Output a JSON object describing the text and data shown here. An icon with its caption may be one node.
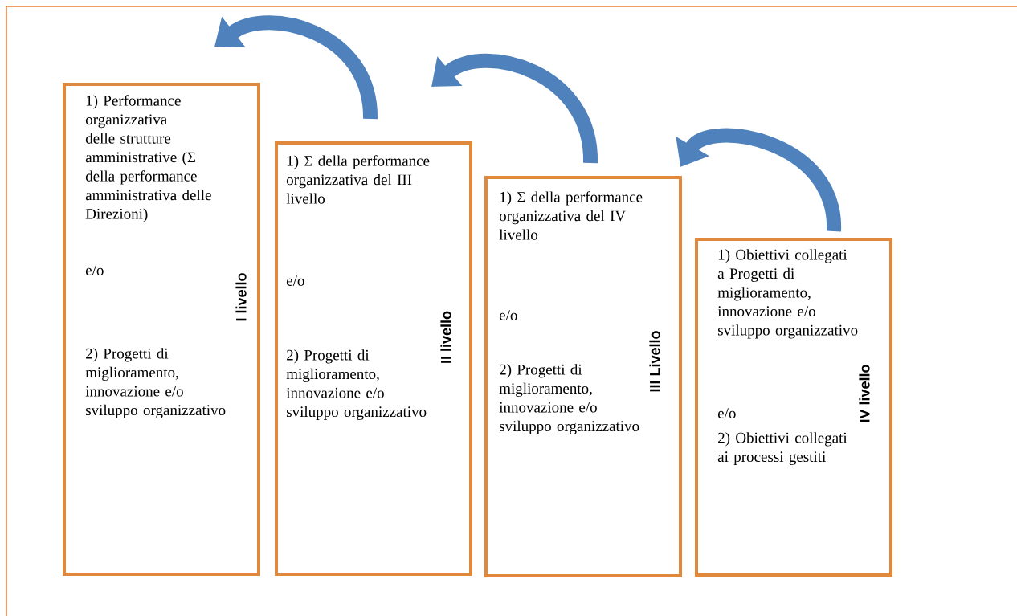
{
  "diagram": {
    "nodes": [
      {
        "text": [
          "1) Performance organizzativa delle strutture amministrative (Σ della performance amministrativa delle Direzioni)",
          "e/o",
          "2) Progetti di miglioramento, innovazione e/o sviluppo organizzativo",
          "I livello"
        ]
      },
      {
        "text": [
          "1) Σ della performance organizzativa del III livello",
          "e/o",
          "2) Progetti di miglioramento, innovazione e/o sviluppo organizzativo",
          "II livello"
        ]
      },
      {
        "text": [
          "1) Σ della performance organizzativa del IV livello",
          "e/o",
          "2) Progetti di miglioramento, innovazione e/o sviluppo organizzativo",
          "III Livello"
        ]
      },
      {
        "text": [
          "1) Obiettivi collegati a Progetti di miglioramento, innovazione e/o sviluppo organizzativo",
          "e/o",
          "2) Obiettivi collegati ai processi gestiti",
          "IV livello"
        ]
      }
    ],
    "edges": [
      {
        "from": 1,
        "to": 0,
        "arrow": "to"
      },
      {
        "from": 2,
        "to": 1,
        "arrow": "to"
      },
      {
        "from": 3,
        "to": 2,
        "arrow": "to"
      }
    ]
  }
}
